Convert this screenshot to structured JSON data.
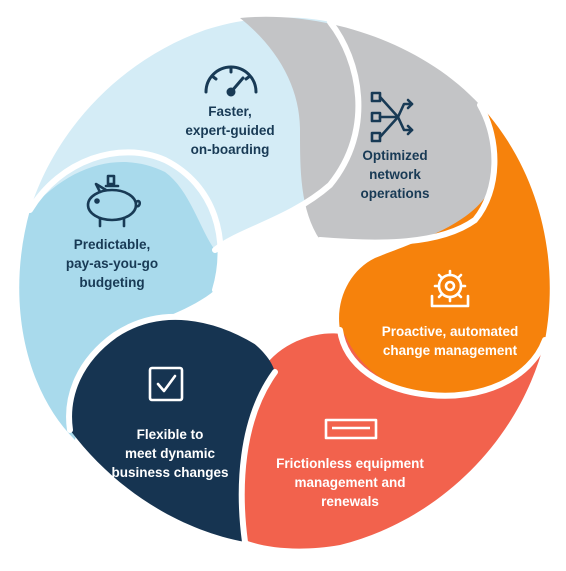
{
  "segments": [
    {
      "id": "onboarding",
      "color": "#d4ecf6",
      "icon": "gauge-icon",
      "lines": [
        "Faster,",
        "expert-guided",
        "on-boarding"
      ]
    },
    {
      "id": "network",
      "color": "#c3c4c6",
      "icon": "network-nodes-icon",
      "lines": [
        "Optimized",
        "network",
        "operations"
      ]
    },
    {
      "id": "change",
      "color": "#f6820c",
      "icon": "gear-icon",
      "lines": [
        "Proactive, automated",
        "change management"
      ]
    },
    {
      "id": "equipment",
      "color": "#f2624d",
      "icon": "equipment-icon",
      "lines": [
        "Frictionless equipment",
        "management and",
        "renewals"
      ]
    },
    {
      "id": "flexible",
      "color": "#163451",
      "icon": "checkbox-icon",
      "lines": [
        "Flexible to",
        "meet dynamic",
        "business changes"
      ]
    },
    {
      "id": "budgeting",
      "color": "#a9daec",
      "icon": "piggy-bank-icon",
      "lines": [
        "Predictable,",
        "pay-as-you-go",
        "budgeting"
      ]
    }
  ]
}
